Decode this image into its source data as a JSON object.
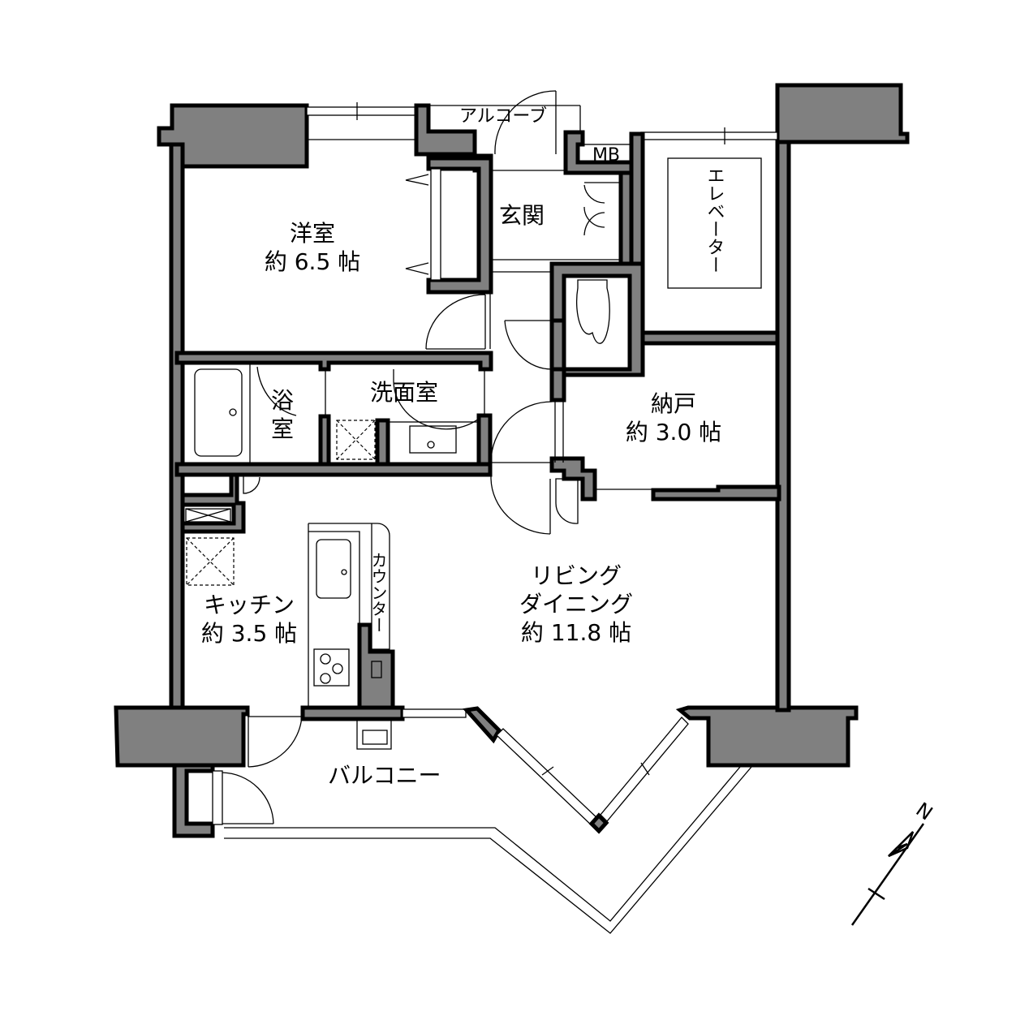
{
  "rooms": {
    "western": {
      "name": "洋室",
      "size": "約 6.5 帖"
    },
    "alcove": {
      "name": "アルコーブ"
    },
    "mb": {
      "name": "MB"
    },
    "entrance": {
      "name": "玄関"
    },
    "elevator": {
      "name": "エレベーター"
    },
    "bath": {
      "name_top": "浴",
      "name_bottom": "室"
    },
    "washroom": {
      "name": "洗面室"
    },
    "storage": {
      "name": "納戸",
      "size": "約 3.0 帖"
    },
    "kitchen": {
      "name": "キッチン",
      "size": "約 3.5 帖"
    },
    "counter": {
      "name": "カウンター"
    },
    "living": {
      "name_1": "リビング",
      "name_2": "ダイニング",
      "size": "約 11.8 帖"
    },
    "balcony": {
      "name": "バルコニー"
    }
  },
  "compass": {
    "label": "N"
  },
  "colors": {
    "wall": "#808080",
    "line": "#000000"
  }
}
